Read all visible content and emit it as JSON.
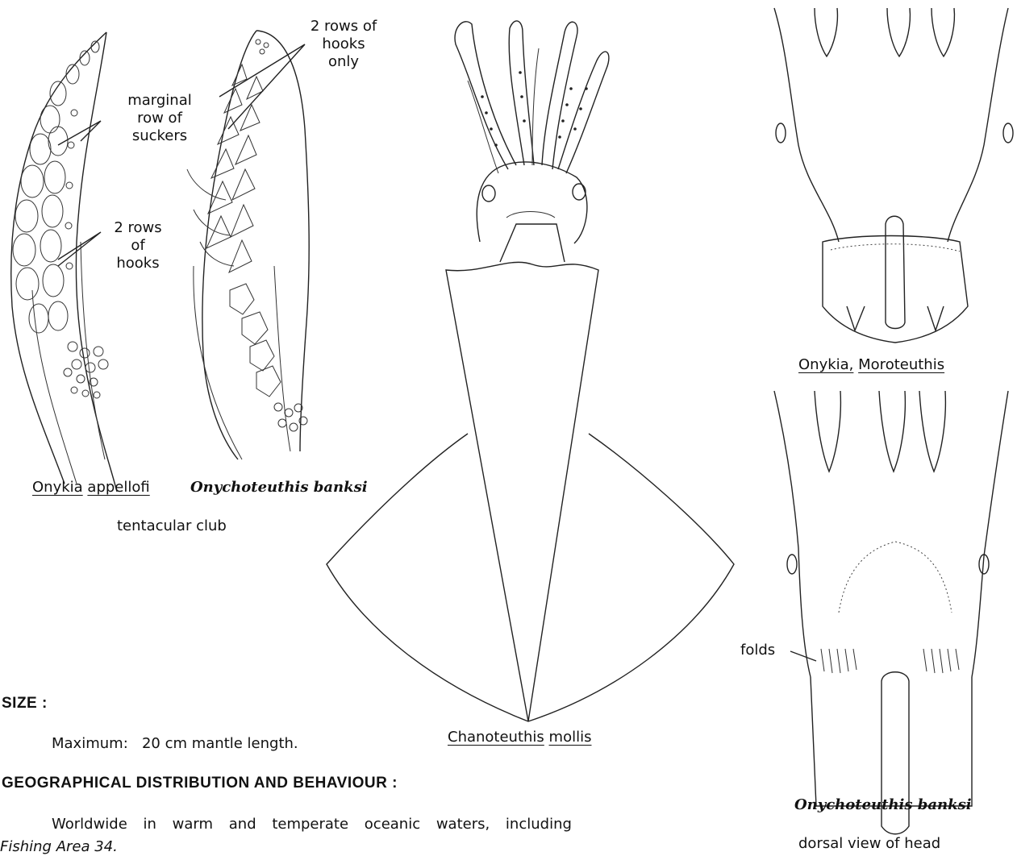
{
  "annotations": {
    "marginal_row": [
      "marginal",
      "row of",
      "suckers"
    ],
    "two_rows_hooks": [
      "2 rows",
      "of",
      "hooks"
    ],
    "two_rows_hooks_only": [
      "2 rows of",
      "hooks",
      "only"
    ],
    "folds": "folds"
  },
  "captions": {
    "onykia_genus": "Onykia",
    "onykia_species": "appellofi",
    "onychoteuthis_1": "Onychoteuthis banksi",
    "tentacular_club": "tentacular club",
    "chanoteuthis_genus": "Chanoteuthis",
    "chanoteuthis_species": "mollis",
    "onykia_moro_a": "Onykia,",
    "onykia_moro_b": "Moroteuthis",
    "onychoteuthis_2": "Onychoteuthis banksi",
    "dorsal_view": "dorsal view of head"
  },
  "size_section": {
    "heading": "SIZE :",
    "maximum_label": "Maximum:",
    "maximum_value": "20 cm mantle length."
  },
  "distribution_section": {
    "heading": "GEOGRAPHICAL DISTRIBUTION AND BEHAVIOUR :",
    "line1": "Worldwide in warm and temperate oceanic waters, including",
    "line2": "Fishing Area 34."
  }
}
